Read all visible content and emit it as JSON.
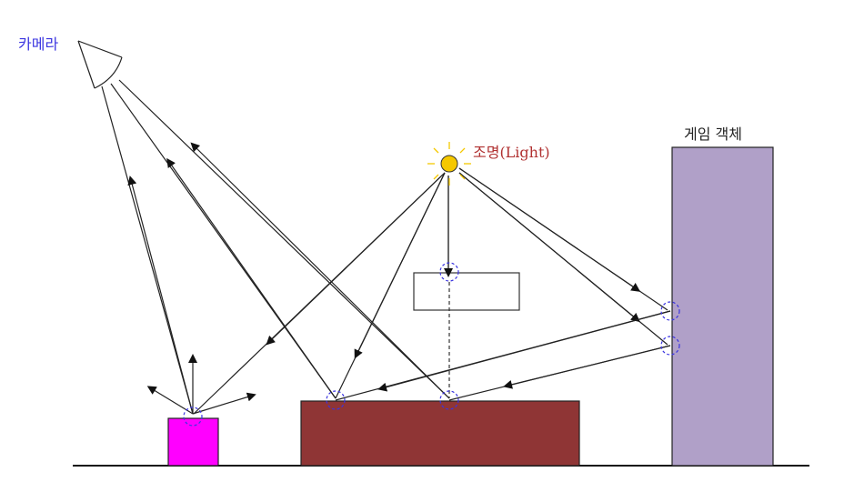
{
  "labels": {
    "camera": "카메라",
    "light": "조명(Light)",
    "game_object": "게임 객체"
  },
  "colors": {
    "camera_label": "#3a34e0",
    "light_label": "#b03030",
    "light_fill": "#f5c800",
    "game_object": "#b0a0c8",
    "magenta_box": "#ff00ff",
    "red_box": "#8f3535",
    "hit_marker": "#3a34e0",
    "ray": "#222222"
  },
  "icons": {
    "camera": "camera-frustum-icon",
    "light": "sun-icon"
  }
}
